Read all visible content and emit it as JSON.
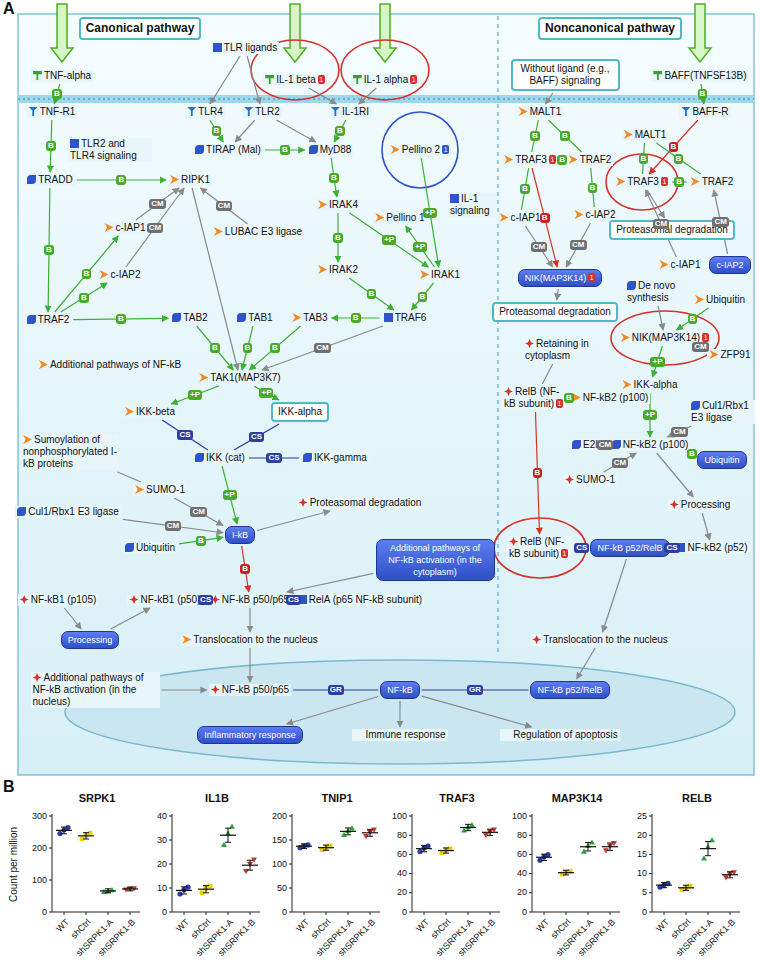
{
  "diagram": {
    "nodes": [
      {
        "text": [
          "Canonical pathway"
        ]
      },
      {
        "text": [
          "Noncanonical pathway"
        ]
      },
      {
        "text": [
          "TNF-alpha"
        ]
      },
      {
        "text": [
          "TLR ligands"
        ]
      },
      {
        "text": [
          "IL-1 beta",
          "1"
        ]
      },
      {
        "text": [
          "IL-1 alpha",
          "1"
        ]
      },
      {
        "text": [
          "BAFF(TNFSF13B)"
        ]
      },
      {
        "text": [
          "TNF-R1"
        ]
      },
      {
        "text": [
          "TLR4"
        ]
      },
      {
        "text": [
          "TLR2"
        ]
      },
      {
        "text": [
          "IL-1RI"
        ]
      },
      {
        "text": [
          "BAFF-R"
        ]
      },
      {
        "text": [
          "TLR2 and TLR4 signaling"
        ]
      },
      {
        "text": [
          "IL-1 signaling"
        ]
      },
      {
        "text": [
          "Without ligand (e.g., BAFF) signaling"
        ]
      },
      {
        "text": [
          "TIRAP (Mal)"
        ]
      },
      {
        "text": [
          "MyD88"
        ]
      },
      {
        "text": [
          "Pellino 2",
          "1"
        ]
      },
      {
        "text": [
          "TRADD"
        ]
      },
      {
        "text": [
          "RIPK1"
        ]
      },
      {
        "text": [
          "c-IAP1"
        ]
      },
      {
        "text": [
          "LUBAC E3 ligase"
        ]
      },
      {
        "text": [
          "IRAK4"
        ]
      },
      {
        "text": [
          "Pellino 1"
        ]
      },
      {
        "text": [
          "IRAK2"
        ]
      },
      {
        "text": [
          "IRAK1"
        ]
      },
      {
        "text": [
          "c-IAP2"
        ]
      },
      {
        "text": [
          "TRAF2"
        ]
      },
      {
        "text": [
          "TAB2"
        ]
      },
      {
        "text": [
          "TAB1"
        ]
      },
      {
        "text": [
          "TAB3"
        ]
      },
      {
        "text": [
          "TRAF6"
        ]
      },
      {
        "text": [
          "Additional pathways of NF-kB"
        ]
      },
      {
        "text": [
          "TAK1(MAP3K7)"
        ]
      },
      {
        "text": [
          "IKK-beta"
        ]
      },
      {
        "text": [
          "IKK-alpha"
        ]
      },
      {
        "text": [
          "Sumoylation of nonphosphorylated I-kB proteins"
        ]
      },
      {
        "text": [
          "IKK (cat)"
        ]
      },
      {
        "text": [
          "IKK-gamma"
        ]
      },
      {
        "text": [
          "SUMO-1"
        ]
      },
      {
        "text": [
          "Cul1/Rbx1 E3 ligase"
        ]
      },
      {
        "text": [
          "Ubiquitin"
        ]
      },
      {
        "text": [
          "I-kB"
        ]
      },
      {
        "text": [
          "Proteasomal degradation"
        ]
      },
      {
        "text": [
          "NF-kB1 (p105)"
        ]
      },
      {
        "text": [
          "NF-kB1 (p50)"
        ]
      },
      {
        "text": [
          "NF-kB p50/p65"
        ]
      },
      {
        "text": [
          "RelA (p65 NF-kB subunit)"
        ]
      },
      {
        "text": [
          "Additional pathways of NF-kB activation (in the cytoplasm)"
        ]
      },
      {
        "text": [
          "Processing"
        ]
      },
      {
        "text": [
          "Translocation to the nucleus"
        ]
      },
      {
        "text": [
          "MALT1"
        ]
      },
      {
        "text": [
          "TRAF3",
          "1"
        ]
      },
      {
        "text": [
          "TRAF2"
        ]
      },
      {
        "text": [
          "c-IAP1"
        ]
      },
      {
        "text": [
          "c-IAP2"
        ]
      },
      {
        "text": [
          "NIK(MAP3K14)",
          "1"
        ]
      },
      {
        "text": [
          "Proteasomal degradation"
        ]
      },
      {
        "text": [
          "Retaining in cytoplasm"
        ]
      },
      {
        "text": [
          "RelB (NF-kB subunit)",
          "1"
        ]
      },
      {
        "text": [
          "NF-kB2 (p100)"
        ]
      },
      {
        "text": [
          "MALT1"
        ]
      },
      {
        "text": [
          "TRAF3",
          "1"
        ]
      },
      {
        "text": [
          "TRAF2"
        ]
      },
      {
        "text": [
          "c-IAP1"
        ]
      },
      {
        "text": [
          "c-IAP2"
        ]
      },
      {
        "text": [
          "Proteasomal degradation"
        ]
      },
      {
        "text": [
          "De novo synthesis"
        ]
      },
      {
        "text": [
          "Ubiquitin"
        ]
      },
      {
        "text": [
          "NIK(MAP3K14)",
          "1"
        ]
      },
      {
        "text": [
          "ZFP91"
        ]
      },
      {
        "text": [
          "IKK-alpha"
        ]
      },
      {
        "text": [
          "Cul1/Rbx1 E3 ligase"
        ]
      },
      {
        "text": [
          "E2I"
        ]
      },
      {
        "text": [
          "NF-kB2 (p100)"
        ]
      },
      {
        "text": [
          "Ubiquitin"
        ]
      },
      {
        "text": [
          "SUMO-1"
        ]
      },
      {
        "text": [
          "Processing"
        ]
      },
      {
        "text": [
          "RelB (NF-kB subunit)",
          "1"
        ]
      },
      {
        "text": [
          "NF-kB p52/RelB"
        ]
      },
      {
        "text": [
          "NF-kB2 (p52)"
        ]
      },
      {
        "text": [
          "Translocation to the nucleus"
        ]
      },
      {
        "text": [
          "Additional pathways of NF-kB activation (in the nucleus)"
        ]
      },
      {
        "text": [
          "NF-kB p50/p65"
        ]
      },
      {
        "text": [
          "NF-kB"
        ]
      },
      {
        "text": [
          "NF-kB p52/RelB"
        ]
      },
      {
        "text": [
          "Inflammatory response"
        ]
      },
      {
        "text": [
          "Immune response"
        ]
      },
      {
        "text": [
          "Regulation of apoptosis"
        ]
      }
    ],
    "edges": [
      {
        "from": 2,
        "to": 7,
        "label": "B",
        "arrow": "to"
      },
      {
        "from": 3,
        "to": 8,
        "arrow": "to"
      },
      {
        "from": 3,
        "to": 9,
        "arrow": "to"
      },
      {
        "from": 4,
        "to": 10,
        "arrow": "to"
      },
      {
        "from": 5,
        "to": 10,
        "arrow": "to"
      },
      {
        "from": 6,
        "to": 11,
        "label": "B",
        "arrow": "to"
      },
      {
        "from": 7,
        "to": 18,
        "label": "B",
        "arrow": "to"
      },
      {
        "from": 8,
        "to": 15,
        "label": "B",
        "arrow": "to"
      },
      {
        "from": 9,
        "to": 15,
        "arrow": "to"
      },
      {
        "from": 9,
        "to": 16,
        "arrow": "to"
      },
      {
        "from": 10,
        "to": 16,
        "label": "B",
        "arrow": "to"
      },
      {
        "from": 15,
        "to": 16,
        "label": "B",
        "arrow": "to"
      },
      {
        "from": 16,
        "to": 22,
        "label": "B",
        "arrow": "to"
      },
      {
        "from": 17,
        "to": 25,
        "label": "+P",
        "arrow": "to"
      },
      {
        "from": 22,
        "to": 24,
        "label": "B",
        "arrow": "to"
      },
      {
        "from": 22,
        "to": 25,
        "label": "+P",
        "arrow": "to"
      },
      {
        "from": 25,
        "to": 23,
        "label": "+P",
        "arrow": "to"
      },
      {
        "from": 24,
        "to": 31,
        "label": "B",
        "arrow": "to"
      },
      {
        "from": 25,
        "to": 31,
        "label": "B",
        "arrow": "to"
      },
      {
        "from": 18,
        "to": 27,
        "label": "B",
        "arrow": "to"
      },
      {
        "from": 18,
        "to": 19,
        "label": "B",
        "arrow": "to"
      },
      {
        "from": 20,
        "to": 19,
        "label": "CM",
        "arrow": "to"
      },
      {
        "from": 26,
        "to": 19,
        "label": "CM",
        "arrow": "to"
      },
      {
        "from": 27,
        "to": 20,
        "label": "B",
        "arrow": "to"
      },
      {
        "from": 27,
        "to": 26,
        "label": "B",
        "arrow": "to"
      },
      {
        "from": 21,
        "to": 19,
        "label": "CM",
        "arrow": "to"
      },
      {
        "from": 27,
        "to": 28,
        "label": "B",
        "arrow": "to"
      },
      {
        "from": 31,
        "to": 30,
        "label": "B",
        "arrow": "to"
      },
      {
        "from": 19,
        "to": 33,
        "arrow": "to"
      },
      {
        "from": 28,
        "to": 33,
        "label": "B",
        "arrow": "to"
      },
      {
        "from": 29,
        "to": 33,
        "label": "B",
        "arrow": "to"
      },
      {
        "from": 30,
        "to": 33,
        "label": "B",
        "arrow": "to"
      },
      {
        "from": 31,
        "to": 33,
        "label": "CM",
        "arrow": "to"
      },
      {
        "from": 33,
        "to": 34,
        "label": "+P",
        "arrow": "to"
      },
      {
        "from": 33,
        "to": 35,
        "label": "+P",
        "arrow": "to"
      },
      {
        "from": 34,
        "to": 37,
        "label": "CS",
        "arrow": "none"
      },
      {
        "from": 35,
        "to": 37,
        "label": "CS",
        "arrow": "none"
      },
      {
        "from": 38,
        "to": 37,
        "label": "CS",
        "arrow": "none"
      },
      {
        "from": 37,
        "to": 42,
        "label": "+P",
        "arrow": "to"
      },
      {
        "from": 36,
        "to": 39,
        "arrow": "none"
      },
      {
        "from": 39,
        "to": 42,
        "label": "CM",
        "arrow": "to"
      },
      {
        "from": 40,
        "to": 42,
        "label": "CM",
        "arrow": "to"
      },
      {
        "from": 41,
        "to": 42,
        "label": "B",
        "arrow": "to"
      },
      {
        "from": 42,
        "to": 43,
        "arrow": "to"
      },
      {
        "from": 42,
        "to": 46,
        "label": "B",
        "arrow": "to"
      },
      {
        "from": 44,
        "to": 49,
        "arrow": "to"
      },
      {
        "from": 49,
        "to": 45,
        "arrow": "to"
      },
      {
        "from": 45,
        "to": 46,
        "label": "CS",
        "arrow": "none"
      },
      {
        "from": 47,
        "to": 46,
        "label": "CS",
        "arrow": "none"
      },
      {
        "from": 48,
        "to": 46,
        "arrow": "to"
      },
      {
        "from": 46,
        "to": 50,
        "arrow": "to"
      },
      {
        "from": 50,
        "to": 83,
        "arrow": "to"
      },
      {
        "from": 82,
        "to": 83,
        "arrow": "to"
      },
      {
        "from": 83,
        "to": 84,
        "label": "GR",
        "arrow": "none"
      },
      {
        "from": 85,
        "to": 84,
        "label": "GR",
        "arrow": "none"
      },
      {
        "from": 84,
        "to": 86,
        "arrow": "to"
      },
      {
        "from": 84,
        "to": 87,
        "arrow": "to"
      },
      {
        "from": 84,
        "to": 88,
        "arrow": "to"
      },
      {
        "from": 14,
        "to": 51,
        "arrow": "to"
      },
      {
        "from": 51,
        "to": 52,
        "label": "B",
        "arrow": "none"
      },
      {
        "from": 51,
        "to": 53,
        "label": "B",
        "arrow": "none"
      },
      {
        "from": 52,
        "to": 53,
        "label": "B",
        "arrow": "none"
      },
      {
        "from": 52,
        "to": 54,
        "label": "B",
        "arrow": "none"
      },
      {
        "from": 53,
        "to": 55,
        "label": "B",
        "arrow": "none"
      },
      {
        "from": 54,
        "to": 56,
        "label": "CM",
        "arrow": "to"
      },
      {
        "from": 55,
        "to": 56,
        "label": "CM",
        "arrow": "to"
      },
      {
        "from": 52,
        "to": 56,
        "label": "B",
        "arrow": "to"
      },
      {
        "from": 56,
        "to": 57,
        "arrow": "to"
      },
      {
        "from": 58,
        "to": 59,
        "arrow": "none"
      },
      {
        "from": 59,
        "to": 60,
        "label": "B",
        "arrow": "none"
      },
      {
        "from": 59,
        "to": 78,
        "label": "B",
        "arrow": "to"
      },
      {
        "from": 11,
        "to": 62,
        "label": "B",
        "arrow": "to"
      },
      {
        "from": 61,
        "to": 62,
        "label": "B",
        "arrow": "none"
      },
      {
        "from": 61,
        "to": 63,
        "label": "B",
        "arrow": "none"
      },
      {
        "from": 62,
        "to": 63,
        "label": "B",
        "arrow": "none"
      },
      {
        "from": 62,
        "to": 66,
        "arrow": "to"
      },
      {
        "from": 64,
        "to": 62,
        "label": "CM",
        "arrow": "to"
      },
      {
        "from": 65,
        "to": 63,
        "label": "CM",
        "arrow": "to"
      },
      {
        "from": 67,
        "to": 69,
        "arrow": "to"
      },
      {
        "from": 68,
        "to": 69,
        "label": "B",
        "arrow": "to"
      },
      {
        "from": 70,
        "to": 69,
        "label": "CM",
        "arrow": "to"
      },
      {
        "from": 69,
        "to": 71,
        "label": "+P",
        "arrow": "to"
      },
      {
        "from": 71,
        "to": 74,
        "label": "+P",
        "arrow": "to"
      },
      {
        "from": 72,
        "to": 74,
        "label": "CM",
        "arrow": "to"
      },
      {
        "from": 73,
        "to": 74,
        "label": "CM",
        "arrow": "to"
      },
      {
        "from": 75,
        "to": 74,
        "label": "B",
        "arrow": "to"
      },
      {
        "from": 76,
        "to": 74,
        "label": "CM",
        "arrow": "to"
      },
      {
        "from": 74,
        "to": 77,
        "arrow": "to"
      },
      {
        "from": 77,
        "to": 80,
        "arrow": "to"
      },
      {
        "from": 80,
        "to": 79,
        "label": "CS",
        "arrow": "none"
      },
      {
        "from": 78,
        "to": 79,
        "label": "CS",
        "arrow": "none"
      },
      {
        "from": 79,
        "to": 81,
        "arrow": "to"
      },
      {
        "from": 81,
        "to": 85,
        "arrow": "to"
      }
    ],
    "labels": [
      "A",
      "B",
      "Count per million",
      "SRPK1",
      "0",
      "100",
      "200",
      "300",
      "WT",
      "shCtrl",
      "shSRPK1-A",
      "shSRPK1-B",
      "IL1B",
      "0",
      "10",
      "20",
      "30",
      "40",
      "WT",
      "shCtrl",
      "shSRPK1-A",
      "shSRPK1-B",
      "TNIP1",
      "0",
      "50",
      "100",
      "150",
      "200",
      "WT",
      "shCtrl",
      "shSRPK1-A",
      "shSRPK1-B",
      "TRAF3",
      "0",
      "20",
      "40",
      "60",
      "80",
      "100",
      "WT",
      "shCtrl",
      "shSRPK1-A",
      "shSRPK1-B",
      "MAP3K14",
      "0",
      "20",
      "40",
      "60",
      "80",
      "100",
      "WT",
      "shCtrl",
      "shSRPK1-A",
      "shSRPK1-B",
      "RELB",
      "0",
      "5",
      "10",
      "15",
      "20",
      "25",
      "WT",
      "shCtrl",
      "shSRPK1-A",
      "shSRPK1-B"
    ]
  }
}
